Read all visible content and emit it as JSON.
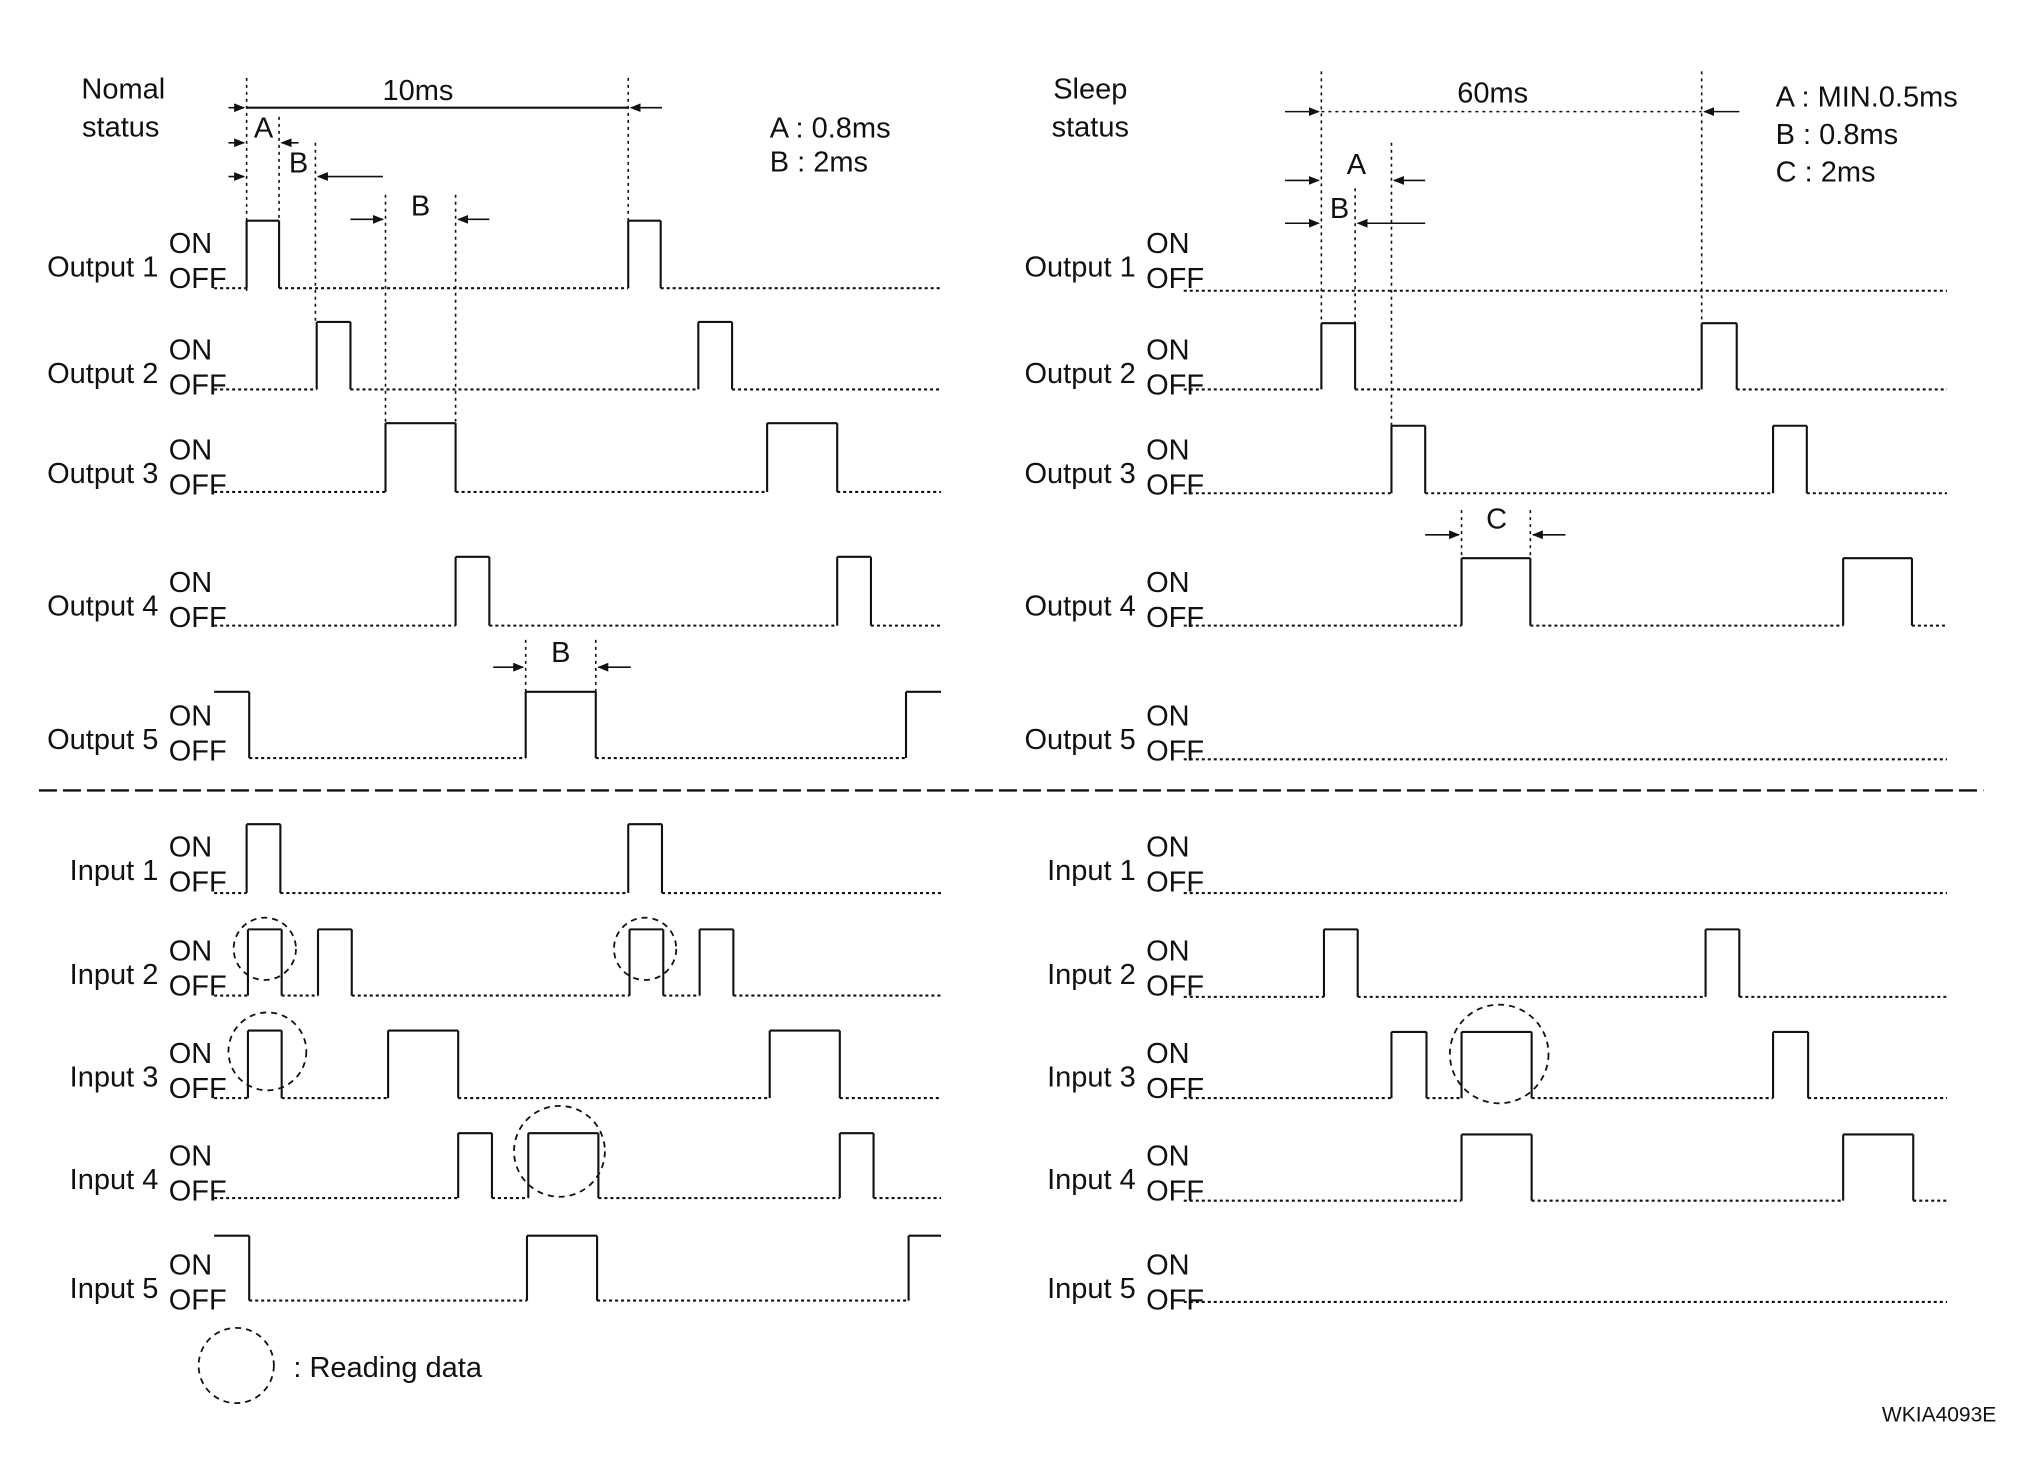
{
  "normal": {
    "title_line1": "Nomal",
    "title_line2": "status",
    "period": "10ms",
    "legend": [
      "A : 0.8ms",
      "B : 2ms"
    ],
    "dim_a": "A",
    "dim_b": "B"
  },
  "sleep": {
    "title_line1": "Sleep",
    "title_line2": "status",
    "period": "60ms",
    "legend": [
      "A : MIN.0.5ms",
      "B : 0.8ms",
      "C : 2ms"
    ],
    "dim_a": "A",
    "dim_b": "B",
    "dim_c": "C"
  },
  "on_label": "ON",
  "off_label": "OFF",
  "channel_labels": [
    "Output 1",
    "Output 2",
    "Output 3",
    "Output 4",
    "Output 5",
    "Input 1",
    "Input 2",
    "Input 3",
    "Input 4",
    "Input 5"
  ],
  "reading_data_label": ": Reading data",
  "figure_code": "WKIA4093E"
}
